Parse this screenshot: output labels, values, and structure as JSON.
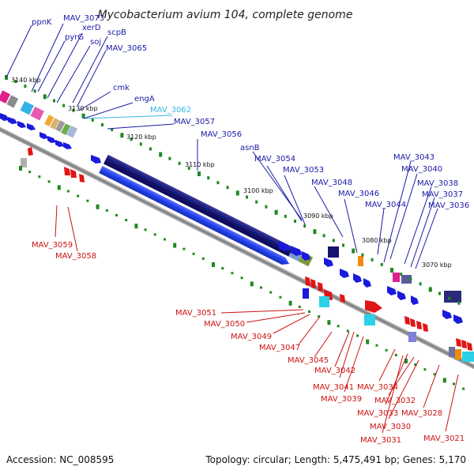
{
  "title": "Mycobacterium avium 104, complete genome",
  "footer": {
    "accession": "Accession: NC_008595",
    "summary": "Topology: circular; Length: 5,475,491 bp; Genes: 5,170"
  },
  "colors": {
    "forward_gene": "#1a1adc",
    "reverse_gene": "#e01515",
    "backbone": "#888888",
    "tick": "#1f8a1f",
    "forward_label": "#1a1aa6",
    "reverse_label": "#cc1111",
    "highlight_label": "#3ab6e6"
  },
  "ticks": [
    "3140 kbp",
    "3130 kbp",
    "3120 kbp",
    "3110 kbp",
    "3100 kbp",
    "3090 kbp",
    "3080 kbp",
    "3070 kbp"
  ],
  "forward_labels": [
    "ppnK",
    "MAV_3073",
    "xerD",
    "pyrG",
    "scpB",
    "soj",
    "MAV_3065",
    "cmk",
    "engA",
    "MAV_3062",
    "MAV_3057",
    "MAV_3056",
    "asnB",
    "MAV_3054",
    "MAV_3053",
    "MAV_3048",
    "MAV_3046",
    "MAV_3044",
    "MAV_3043",
    "MAV_3040",
    "MAV_3038",
    "MAV_3037",
    "MAV_3036"
  ],
  "reverse_labels": [
    "MAV_3059",
    "MAV_3058",
    "MAV_3051",
    "MAV_3050",
    "MAV_3049",
    "MAV_3047",
    "MAV_3045",
    "MAV_3042",
    "MAV_3041",
    "MAV_3039",
    "MAV_3034",
    "MAV_3033",
    "MAV_3032",
    "MAV_3030",
    "MAV_3031",
    "MAV_3028",
    "MAV_3021"
  ]
}
